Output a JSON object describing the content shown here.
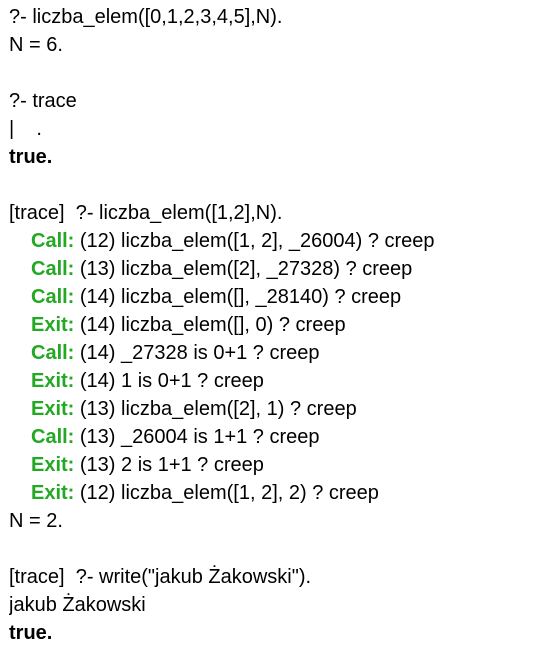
{
  "console": {
    "q1": {
      "prompt": "?- ",
      "query": "liczba_elem([0,1,2,3,4,5],N).",
      "result": "N = 6."
    },
    "q2": {
      "prompt": "?- ",
      "query": "trace",
      "cursor_line": "|    .",
      "result": "true."
    },
    "q3": {
      "prefix": "[trace]  ",
      "prompt": "?- ",
      "query": "liczba_elem([1,2],N).",
      "trace": [
        {
          "port": "Call:",
          "text": " (12) liczba_elem([1, 2], _26004) ? creep"
        },
        {
          "port": "Call:",
          "text": " (13) liczba_elem([2], _27328) ? creep"
        },
        {
          "port": "Call:",
          "text": " (14) liczba_elem([], _28140) ? creep"
        },
        {
          "port": "Exit:",
          "text": " (14) liczba_elem([], 0) ? creep"
        },
        {
          "port": "Call:",
          "text": " (14) _27328 is 0+1 ? creep"
        },
        {
          "port": "Exit:",
          "text": " (14) 1 is 0+1 ? creep"
        },
        {
          "port": "Exit:",
          "text": " (13) liczba_elem([2], 1) ? creep"
        },
        {
          "port": "Call:",
          "text": " (13) _26004 is 1+1 ? creep"
        },
        {
          "port": "Exit:",
          "text": " (13) 2 is 1+1 ? creep"
        },
        {
          "port": "Exit:",
          "text": " (12) liczba_elem([1, 2], 2) ? creep"
        }
      ],
      "result": "N = 2."
    },
    "q4": {
      "prefix": "[trace]  ",
      "prompt": "?- ",
      "query": "write(\"jakub Żakowski\").",
      "output": "jakub Żakowski",
      "result": "true."
    }
  },
  "colors": {
    "port": "#22a822",
    "text": "#000000",
    "background": "#ffffff"
  }
}
